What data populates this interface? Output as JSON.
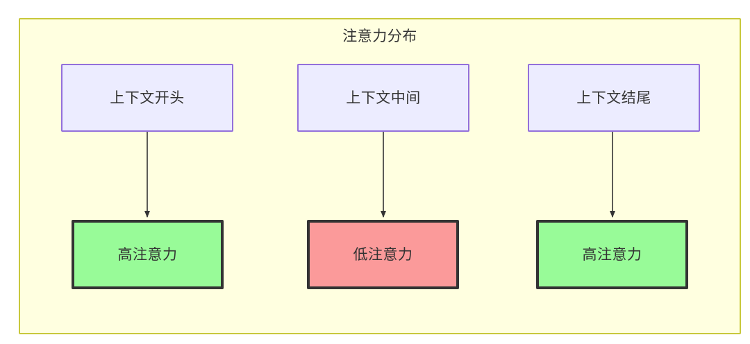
{
  "diagram": {
    "title": "注意力分布",
    "container": {
      "fill": "#ffffe0",
      "stroke": "#c8c83c"
    },
    "context_nodes": [
      {
        "id": "ctx-start",
        "label": "上下文开头",
        "fill": "#ececff",
        "stroke": "#9370db"
      },
      {
        "id": "ctx-middle",
        "label": "上下文中间",
        "fill": "#ececff",
        "stroke": "#9370db"
      },
      {
        "id": "ctx-end",
        "label": "上下文结尾",
        "fill": "#ececff",
        "stroke": "#9370db"
      }
    ],
    "attention_nodes": [
      {
        "id": "attn-high-start",
        "label": "高注意力",
        "level": "high",
        "fill": "#98fb98",
        "stroke": "#333333"
      },
      {
        "id": "attn-low-middle",
        "label": "低注意力",
        "level": "low",
        "fill": "#fb9a9a",
        "stroke": "#333333"
      },
      {
        "id": "attn-high-end",
        "label": "高注意力",
        "level": "high",
        "fill": "#98fb98",
        "stroke": "#333333"
      }
    ],
    "edges": [
      {
        "from": "ctx-start",
        "to": "attn-high-start",
        "label": ""
      },
      {
        "from": "ctx-middle",
        "to": "attn-low-middle",
        "label": ""
      },
      {
        "from": "ctx-end",
        "to": "attn-high-end",
        "label": ""
      }
    ],
    "edge_color": "#333333",
    "text_color": "#333333"
  }
}
